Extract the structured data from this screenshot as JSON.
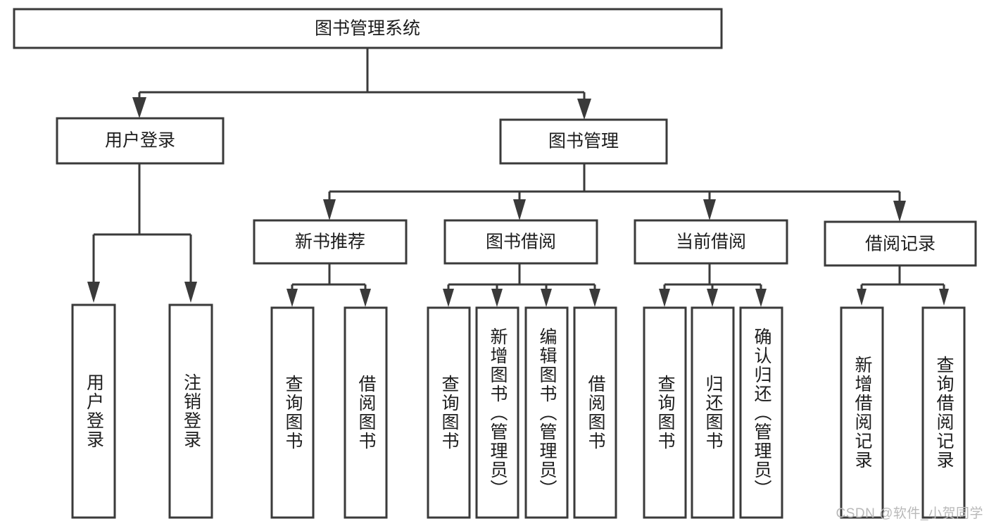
{
  "diagram": {
    "title": "图书管理系统",
    "type": "hierarchy-tree",
    "watermark": "CSDN @软件_小贺同学",
    "colors": {
      "box_stroke": "#3a3a3a",
      "box_fill": "#ffffff",
      "text": "#1d1d1d",
      "connector": "#3a3a3a",
      "watermark": "#b9b9b9",
      "background": "#ffffff"
    },
    "root": {
      "label": "图书管理系统"
    },
    "level2": [
      {
        "label": "用户登录"
      },
      {
        "label": "图书管理"
      }
    ],
    "level3": [
      {
        "label": "新书推荐"
      },
      {
        "label": "图书借阅"
      },
      {
        "label": "当前借阅"
      },
      {
        "label": "借阅记录"
      }
    ],
    "leaves": {
      "user_login": [
        {
          "label": "用户登录"
        },
        {
          "label": "注销登录"
        }
      ],
      "new_book_recommend": [
        {
          "label": "查询图书"
        },
        {
          "label": "借阅图书"
        }
      ],
      "book_borrow": [
        {
          "label": "查询图书"
        },
        {
          "label": "新增图书（管理员）"
        },
        {
          "label": "编辑图书（管理员）"
        },
        {
          "label": "借阅图书"
        }
      ],
      "current_borrow": [
        {
          "label": "查询图书"
        },
        {
          "label": "归还图书"
        },
        {
          "label": "确认归还（管理员）"
        }
      ],
      "borrow_record": [
        {
          "label": "新增借阅记录"
        },
        {
          "label": "查询借阅记录"
        }
      ]
    }
  }
}
